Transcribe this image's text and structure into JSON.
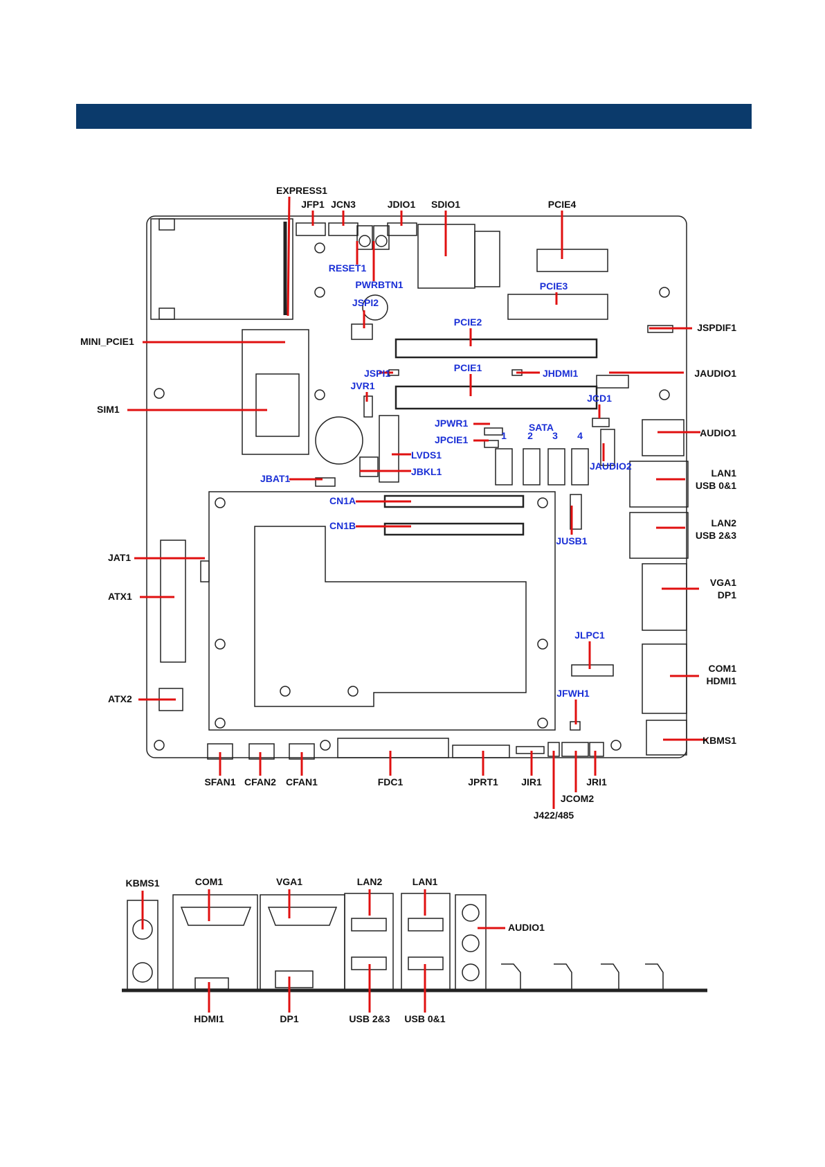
{
  "colors": {
    "header": "#0b3a6b",
    "leader": "#e01010",
    "black_label": "#111111",
    "blue_label": "#1a2fd6",
    "board_line": "#222222"
  },
  "board_labels": [
    {
      "id": "express1",
      "text": "EXPRESS1"
    },
    {
      "id": "jfp1",
      "text": "JFP1"
    },
    {
      "id": "jcn3",
      "text": "JCN3"
    },
    {
      "id": "jdio1",
      "text": "JDIO1"
    },
    {
      "id": "sdio1",
      "text": "SDIO1"
    },
    {
      "id": "pcie4",
      "text": "PCIE4"
    },
    {
      "id": "reset1",
      "text": "RESET1"
    },
    {
      "id": "pwrbtn1",
      "text": "PWRBTN1"
    },
    {
      "id": "pcie3",
      "text": "PCIE3"
    },
    {
      "id": "jspi2",
      "text": "JSPI2"
    },
    {
      "id": "jspdif1",
      "text": "JSPDIF1"
    },
    {
      "id": "pcie2",
      "text": "PCIE2"
    },
    {
      "id": "mini_pcie1",
      "text": "MINI_PCIE1"
    },
    {
      "id": "jspi1",
      "text": "JSPI1"
    },
    {
      "id": "pcie1",
      "text": "PCIE1"
    },
    {
      "id": "jhdmi1",
      "text": "JHDMI1"
    },
    {
      "id": "jaudio1",
      "text": "JAUDIO1"
    },
    {
      "id": "jvr1",
      "text": "JVR1"
    },
    {
      "id": "jcd1",
      "text": "JCD1"
    },
    {
      "id": "sim1",
      "text": "SIM1"
    },
    {
      "id": "jpwr1",
      "text": "JPWR1"
    },
    {
      "id": "sata",
      "text": "SATA"
    },
    {
      "id": "sata_1",
      "text": "1"
    },
    {
      "id": "sata_2",
      "text": "2"
    },
    {
      "id": "sata_3",
      "text": "3"
    },
    {
      "id": "sata_4",
      "text": "4"
    },
    {
      "id": "audio1",
      "text": "AUDIO1"
    },
    {
      "id": "jpcie1",
      "text": "JPCIE1"
    },
    {
      "id": "lvds1",
      "text": "LVDS1"
    },
    {
      "id": "jaudio2",
      "text": "JAUDIO2"
    },
    {
      "id": "lan1",
      "text": "LAN1"
    },
    {
      "id": "usb01",
      "text": "USB 0&1"
    },
    {
      "id": "jbkl1",
      "text": "JBKL1"
    },
    {
      "id": "jbat1",
      "text": "JBAT1"
    },
    {
      "id": "cn1a",
      "text": "CN1A"
    },
    {
      "id": "lan2",
      "text": "LAN2"
    },
    {
      "id": "usb23",
      "text": "USB 2&3"
    },
    {
      "id": "cn1b",
      "text": "CN1B"
    },
    {
      "id": "jusb1",
      "text": "JUSB1"
    },
    {
      "id": "jat1",
      "text": "JAT1"
    },
    {
      "id": "vga1",
      "text": "VGA1"
    },
    {
      "id": "dp1",
      "text": "DP1"
    },
    {
      "id": "atx1",
      "text": "ATX1"
    },
    {
      "id": "jlpc1",
      "text": "JLPC1"
    },
    {
      "id": "com1",
      "text": "COM1"
    },
    {
      "id": "hdmi1",
      "text": "HDMI1"
    },
    {
      "id": "jfwh1",
      "text": "JFWH1"
    },
    {
      "id": "atx2",
      "text": "ATX2"
    },
    {
      "id": "kbms1",
      "text": "KBMS1"
    },
    {
      "id": "sfan1",
      "text": "SFAN1"
    },
    {
      "id": "cfan2",
      "text": "CFAN2"
    },
    {
      "id": "cfan1",
      "text": "CFAN1"
    },
    {
      "id": "fdc1",
      "text": "FDC1"
    },
    {
      "id": "jprt1",
      "text": "JPRT1"
    },
    {
      "id": "jir1",
      "text": "JIR1"
    },
    {
      "id": "jri1",
      "text": "JRI1"
    },
    {
      "id": "jcom2",
      "text": "JCOM2"
    },
    {
      "id": "j422485",
      "text": "J422/485"
    }
  ],
  "io_labels": [
    {
      "id": "io_kbms1",
      "text": "KBMS1"
    },
    {
      "id": "io_com1",
      "text": "COM1"
    },
    {
      "id": "io_vga1",
      "text": "VGA1"
    },
    {
      "id": "io_lan2",
      "text": "LAN2"
    },
    {
      "id": "io_lan1",
      "text": "LAN1"
    },
    {
      "id": "io_audio1",
      "text": "AUDIO1"
    },
    {
      "id": "io_hdmi1",
      "text": "HDMI1"
    },
    {
      "id": "io_dp1",
      "text": "DP1"
    },
    {
      "id": "io_usb23",
      "text": "USB 2&3"
    },
    {
      "id": "io_usb01",
      "text": "USB 0&1"
    }
  ]
}
